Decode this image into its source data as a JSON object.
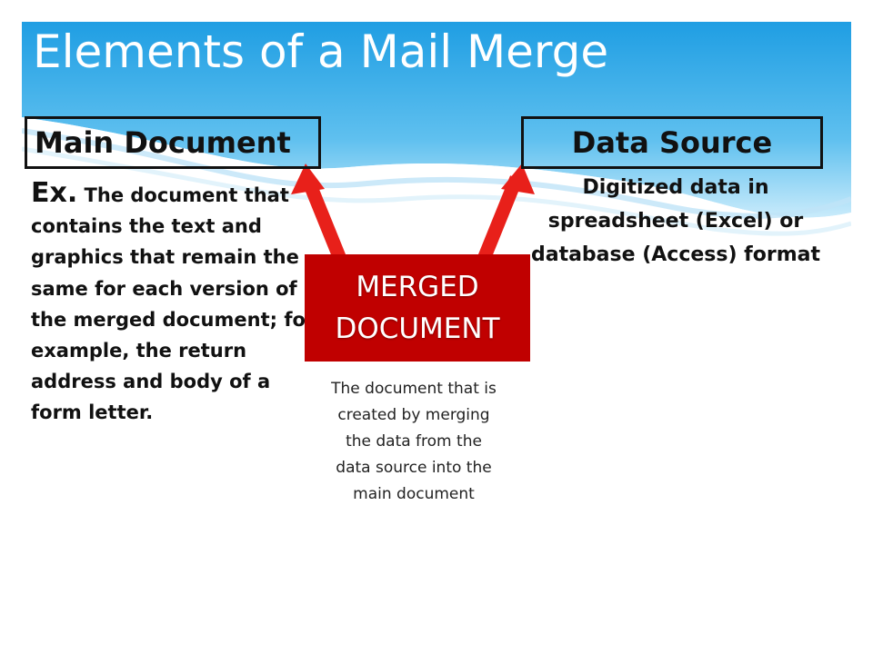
{
  "slide": {
    "title": "Elements of a Mail Merge",
    "main_document": {
      "label": "Main Document",
      "example_prefix": "Ex.",
      "description": " The document that contains the text and graphics that remain the same for each version of the merged document; for example, the return address and body of a form letter."
    },
    "data_source": {
      "label": "Data Source",
      "description": "Digitized data in spreadsheet (Excel) or database (Access) format"
    },
    "merged_document": {
      "label_line1": "MERGED",
      "label_line2": "DOCUMENT",
      "description": "The document that is created by merging the data from the data source into the main document"
    }
  },
  "colors": {
    "header_blue": "#1e9be0",
    "merged_red": "#c00000",
    "arrow_red": "#e8201a"
  }
}
